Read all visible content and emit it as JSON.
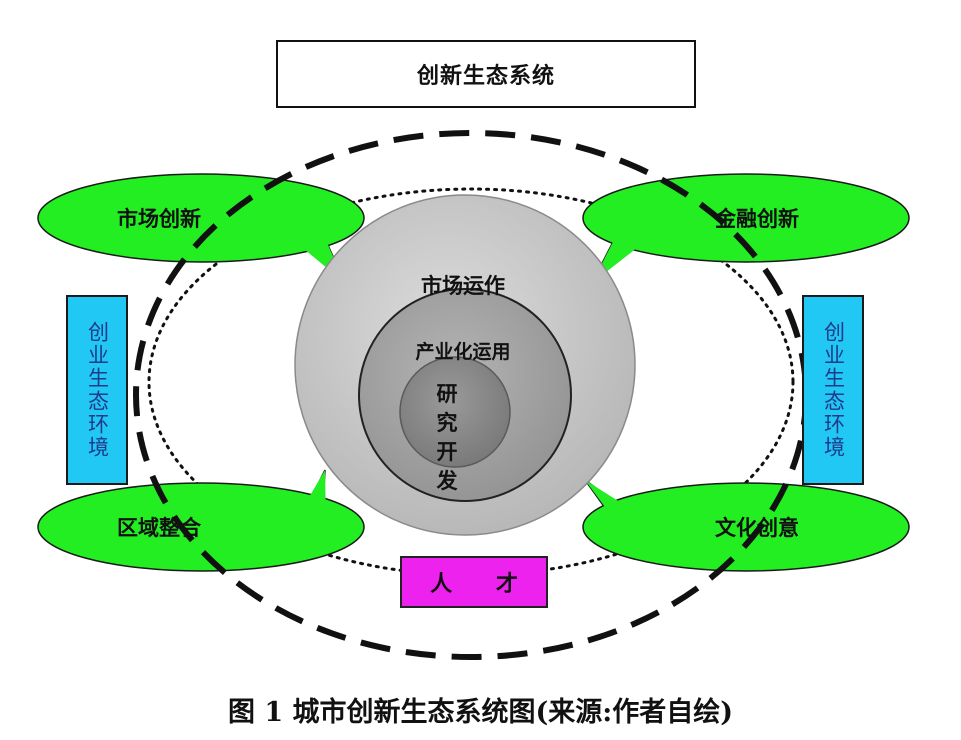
{
  "title": "创新生态系统",
  "core": {
    "outer_label": "市场运作",
    "middle_label": "产业化运用",
    "inner_chars": [
      "研",
      "究",
      "开",
      "发"
    ]
  },
  "bubbles": {
    "top_left": "市场创新",
    "top_right": "金融创新",
    "bottom_left": "区域整合",
    "bottom_right": "文化创意"
  },
  "environment": {
    "left_label": "创业生态环境",
    "right_label": "创业生态环境"
  },
  "talent_label": "人 才",
  "caption": "图 1  城市创新生态系统图(来源:作者自绘)",
  "colors": {
    "bubble_green": "#22ee22",
    "environment_cyan": "#22c8f4",
    "talent_magenta": "#ee22ee",
    "circle_outer_gray": "#c8c8c8",
    "circle_middle_gray": "#a6a6a6",
    "circle_inner_gray": "#8a8a8a"
  }
}
